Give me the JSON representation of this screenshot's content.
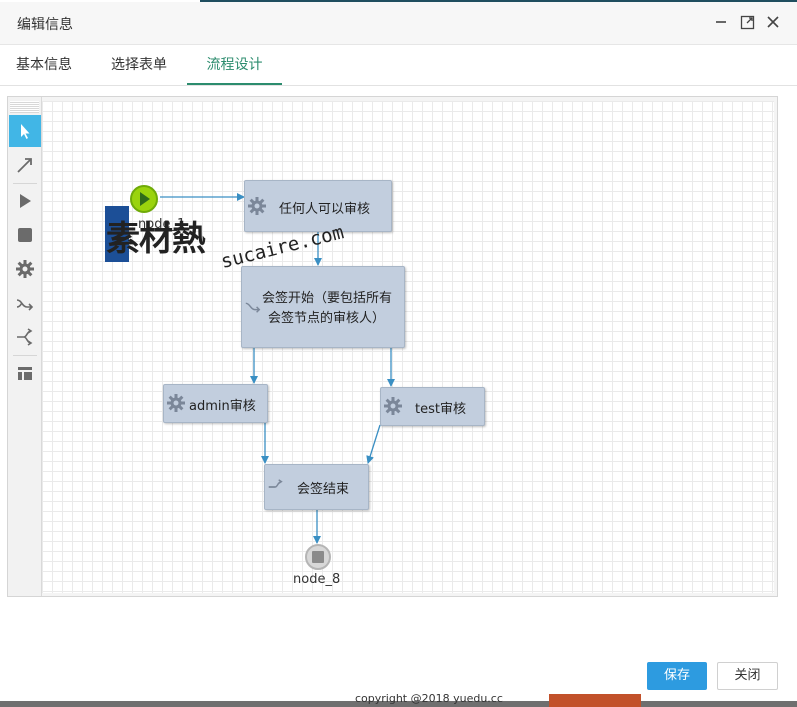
{
  "window": {
    "title": "编辑信息",
    "controls": [
      "minimize-icon",
      "maximize-icon",
      "close-icon"
    ]
  },
  "tabs": [
    {
      "label": "基本信息",
      "active": false
    },
    {
      "label": "选择表单",
      "active": false
    },
    {
      "label": "流程设计",
      "active": true
    }
  ],
  "toolbar": {
    "tools": [
      "select-pointer-icon",
      "connector-line-icon",
      "start-node-icon",
      "end-node-icon",
      "task-node-icon",
      "fork-node-icon",
      "join-node-icon",
      "layout-icon"
    ],
    "selected_tool": "select-pointer-icon"
  },
  "flow": {
    "start_caption": "node_1",
    "nodes": {
      "any_review": "任何人可以审核",
      "sign_start_line1": "会签开始（要包括所有",
      "sign_start_line2": "会签节点的审核人）",
      "admin_review": "admin审核",
      "test_review": "test审核",
      "sign_end": "会签结束"
    },
    "end_caption": "node_8"
  },
  "watermark": {
    "chinese": "素材熱",
    "latin": "sucaire.com"
  },
  "buttons": {
    "save": "保存",
    "close": "关闭"
  },
  "footer": {
    "copyright": "copyright @2018 yuedu.cc"
  },
  "colors": {
    "accent_tab": "#2c8c6e",
    "node_fill": "#c2cede",
    "wire": "#3a8fc3",
    "start": "#9ad30d",
    "save_button": "#2d9be0"
  }
}
